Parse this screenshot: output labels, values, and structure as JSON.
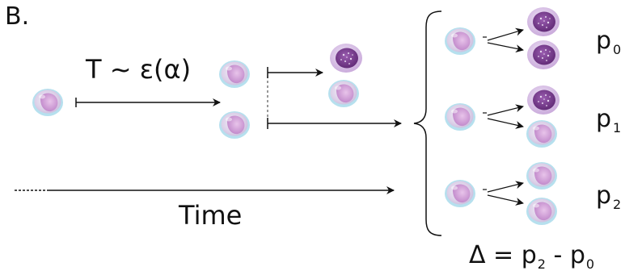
{
  "panel_label": "B.",
  "rate_label": "T ~ ε(α)",
  "time_label": "Time",
  "outcomes": [
    {
      "symbol": "p",
      "index": "0"
    },
    {
      "symbol": "p",
      "index": "1"
    },
    {
      "symbol": "p",
      "index": "2"
    }
  ],
  "delta": {
    "lhs": "Δ = p",
    "i1": "2",
    "minus": " - p",
    "i2": "0"
  },
  "colors": {
    "stem_cell_fill": "#d9cde6",
    "stem_cell_border": "#a9d8e8",
    "stem_nucleus": "#c89ad0",
    "diff_cell_fill": "#7b3e8e",
    "diff_cell_border": "#c6a9d8",
    "line": "#111111"
  },
  "icons": {
    "stem_cell": "stem-cell-icon",
    "differentiated_cell": "differentiated-cell-icon"
  }
}
